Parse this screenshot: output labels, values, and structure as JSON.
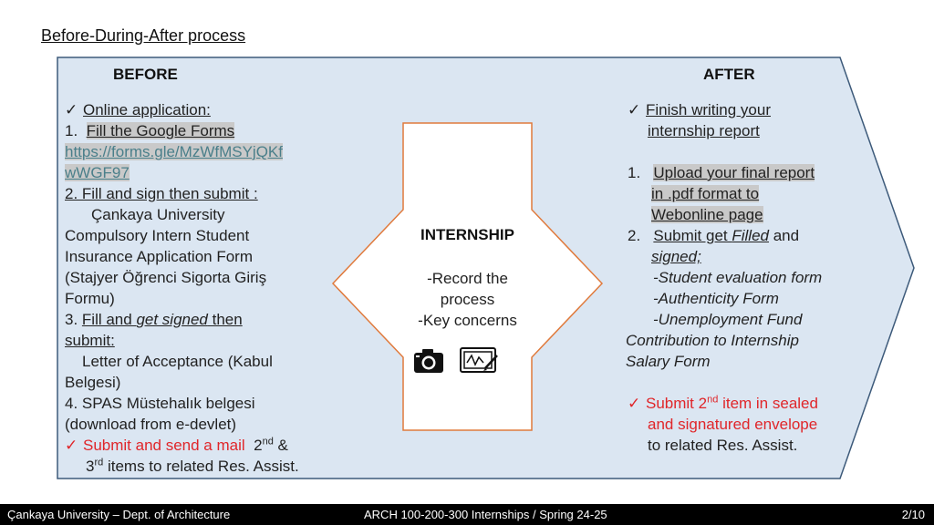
{
  "slide": {
    "title": "Before-During-After process"
  },
  "before": {
    "heading": "BEFORE",
    "online_application": "Online application:",
    "step1_num": "1.",
    "step1_text": "Fill the Google Forms",
    "link_line1": "https://forms.gle/MzWfMSYjQKf",
    "link_line2": "wWGF97",
    "step2": "2.  Fill and sign then submit :",
    "step2_l1": "Çankaya University",
    "step2_l2": "Compulsory Intern Student",
    "step2_l3": "Insurance Application Form",
    "step2_l4": "(Stajyer Öğrenci Sigorta Giriş",
    "step2_l5": "Formu)",
    "step3_prefix": "3. ",
    "step3_a": "Fill and ",
    "step3_b": "get signed",
    "step3_c": " then",
    "step3_submit": "submit:",
    "step3_l1": "Letter of Acceptance (Kabul",
    "step3_l2": "Belgesi)",
    "step4_l1": "4. SPAS Müstehalık belgesi",
    "step4_l2": "(download from e-devlet)",
    "submit_red": "Submit and send a mail",
    "submit_n1": "2",
    "submit_sup1": "nd",
    "submit_amp": " &",
    "submit_n2": "3",
    "submit_sup2": "rd",
    "submit_rest": "  items to related Res. Assist."
  },
  "during": {
    "heading": "INTERNSHIP",
    "line1": "-Record the",
    "line2": "process",
    "line3": "-Key concerns",
    "icons": [
      "camera-icon",
      "signature-icon"
    ]
  },
  "after": {
    "heading": "AFTER",
    "finish_l1": "Finish writing your",
    "finish_l2": "internship report",
    "step1_num": "1.",
    "step1_l1": "Upload your final report",
    "step1_l2": "in .pdf format to",
    "step1_l3": "Webonline page",
    "step2_num": "2.",
    "step2_a": "Submit get ",
    "step2_b": "Filled",
    "step2_c": " and",
    "step2_signed": "signed;",
    "form1": "-Student evaluation form",
    "form2": "-Authenticity Form",
    "form3": "-Unemployment Fund",
    "form4": "Contribution to Internship",
    "form5": "Salary Form",
    "submit_red_a": "Submit 2",
    "submit_red_sup": "nd",
    "submit_red_b": "  item in sealed",
    "submit_red_l2": "and signatured envelope",
    "submit_l3": "to related Res. Assist."
  },
  "footer": {
    "left": "Çankaya University – Dept. of Architecture",
    "center": "ARCH 100-200-300 Internships   / Spring 24-25",
    "right": "2/10"
  },
  "colors": {
    "panel_fill": "#dbe6f2",
    "panel_stroke": "#3d5a7a",
    "arrow_stroke": "#e07a3c",
    "red": "#e0262a",
    "footer_bg": "#000000"
  }
}
